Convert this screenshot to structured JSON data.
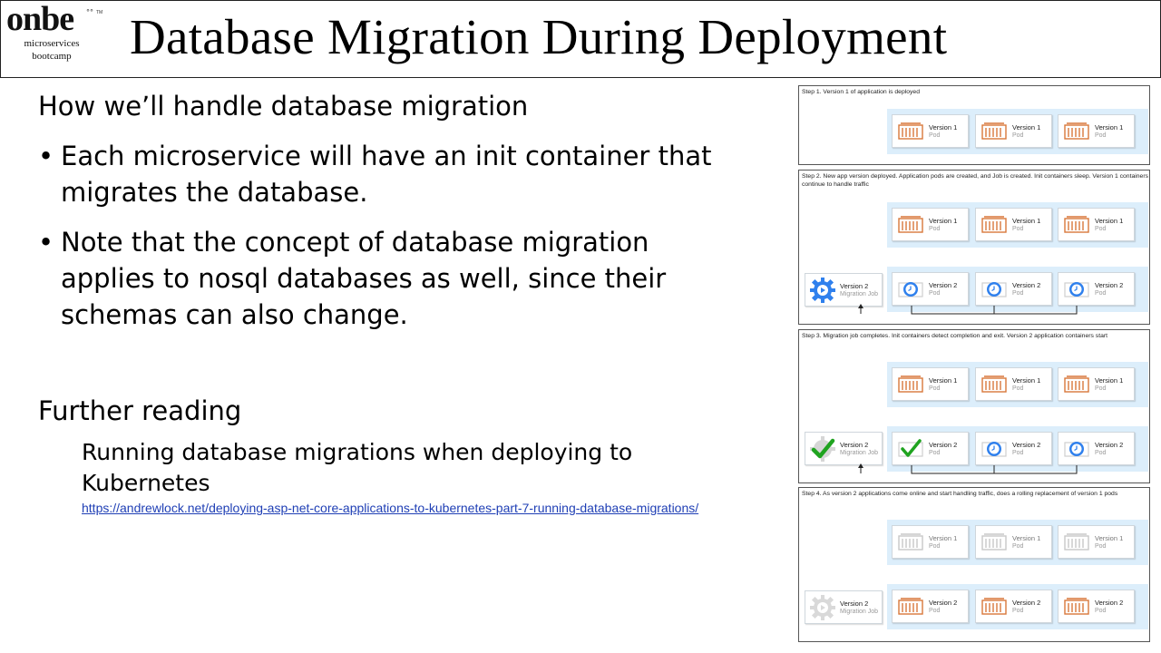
{
  "header": {
    "logo_word": "onbe",
    "logo_tm": "TM",
    "logo_line1": "microservices",
    "logo_line2": "bootcamp",
    "title": "Database Migration During Deployment"
  },
  "content": {
    "heading": "How we’ll handle database migration",
    "bullets": [
      "Each microservice will have an init container that migrates the database.",
      "Note that the concept of database migration applies to nosql databases as well, since their schemas can also change."
    ],
    "bullet_symbol": "•",
    "further_heading": "Further reading",
    "reading_title": "Running database migrations when deploying to Kubernetes",
    "reading_link": "https://andrewlock.net/deploying-asp-net-core-applications-to-kubernetes-part-7-running-database-migrations/"
  },
  "diagram": {
    "colors": {
      "band": "#dceefb",
      "pod_orange": "#d9773a",
      "pod_faded": "#c8c8c8",
      "clock_blue": "#2f80ed",
      "gear_blue": "#2f80ed",
      "check_green": "#1fa31f"
    },
    "pod_subtext": "Pod",
    "job_subtext": "Migration Job",
    "steps": [
      {
        "caption": "Step 1. Version 1 of application is deployed",
        "v1_pods": [
          "Version 1",
          "Version 1",
          "Version 1"
        ]
      },
      {
        "caption": "Step 2. New app version deployed. Application pods are created, and Job is created. Init containers sleep. Version 1 containers continue to handle traffic",
        "v1_pods": [
          "Version 1",
          "Version 1",
          "Version 1"
        ],
        "v2_pods": [
          "Version 2",
          "Version 2",
          "Version 2"
        ],
        "job_label": "Version 2",
        "job_icon": "gear-icon",
        "v2_icons": [
          "clock-icon",
          "clock-icon",
          "clock-icon"
        ]
      },
      {
        "caption": "Step 3. Migration job completes. Init containers detect completion and exit. Version 2 application containers start",
        "v1_pods": [
          "Version 1",
          "Version 1",
          "Version 1"
        ],
        "v2_pods": [
          "Version 2",
          "Version 2",
          "Version 2"
        ],
        "job_label": "Version 2",
        "job_icon": "checkmark-icon",
        "v2_icons": [
          "checkmark-icon",
          "clock-icon",
          "clock-icon"
        ]
      },
      {
        "caption": "Step 4. As version 2 applications come online and start handling traffic, does a rolling replacement of version 1 pods",
        "v1_pods": [
          "Version 1",
          "Version 1",
          "Version 1"
        ],
        "v2_pods": [
          "Version 2",
          "Version 2",
          "Version 2"
        ],
        "job_label": "Version 2",
        "job_icon": "gear-faded-icon",
        "v2_icons": [
          "pod-icon",
          "pod-icon",
          "pod-icon"
        ]
      }
    ]
  }
}
